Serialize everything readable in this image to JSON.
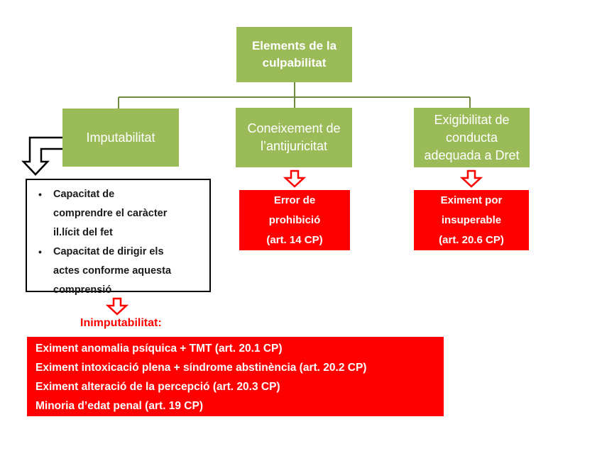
{
  "diagram": {
    "root_box": {
      "lines": [
        "Elements de la",
        "culpabilitat"
      ]
    },
    "branch_boxes": [
      {
        "id": "imputabilitat",
        "lines": [
          "Imputabilitat"
        ]
      },
      {
        "id": "coneixement",
        "lines": [
          "Coneixement de",
          "l’antijuricitat"
        ]
      },
      {
        "id": "exigibilitat",
        "lines": [
          "Exigibilitat de",
          "conducta",
          "adequada a Dret"
        ]
      }
    ],
    "capacity_box": {
      "bullets": [
        {
          "lines": [
            "Capacitat de",
            "comprendre el caràcter",
            "il.lícit del fet"
          ]
        },
        {
          "lines": [
            "Capacitat de dirigir els",
            "actes conforme aquesta",
            "comprensió"
          ]
        }
      ]
    },
    "error_box": {
      "lines": [
        "Error de",
        "prohibició",
        "(art. 14 CP)"
      ]
    },
    "eximent_box": {
      "lines": [
        "Eximent por",
        "insuperable",
        "(art. 20.6 CP)"
      ]
    },
    "inimputabilitat": {
      "heading": "Inimputabilitat:",
      "items": [
        "Eximent anomalia psíquica + TMT (art. 20.1 CP)",
        "Eximent intoxicació plena + síndrome abstinència (art. 20.2 CP)",
        "Eximent alteració de la percepció (art. 20.3 CP)",
        "Minoria d’edat penal (art. 19 CP)"
      ]
    },
    "icons": {
      "bent_black_arrow": "bent-down-arrow-icon",
      "red_down_arrow": "red-down-arrow-icon"
    },
    "colors": {
      "box_green": "#9bbb59",
      "connector_green": "#71893f",
      "alert_red": "#ff0000",
      "text_white": "#ffffff",
      "text_black": "#000000"
    }
  }
}
